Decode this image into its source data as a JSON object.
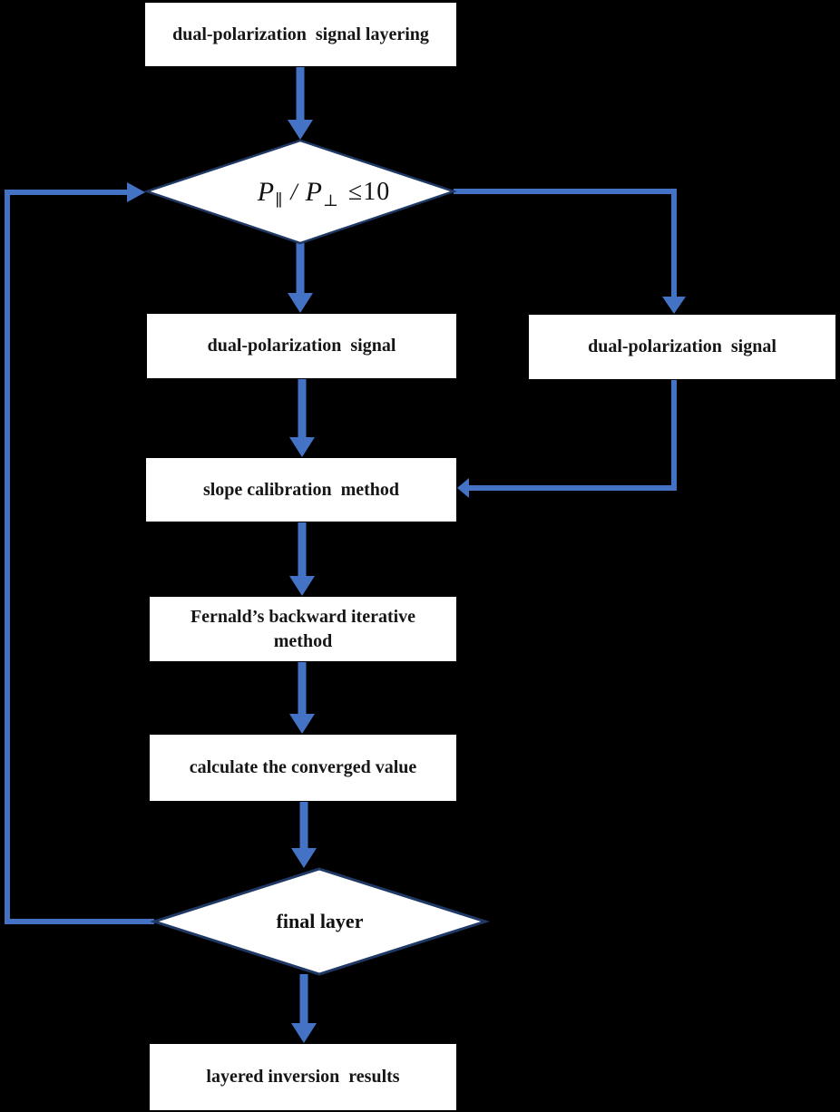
{
  "flowchart": {
    "colors": {
      "background": "#000000",
      "arrow": "#4472C4",
      "diamond_border": "#1F3864",
      "node_fill": "#FFFFFF",
      "text": "#111111"
    },
    "nodes": {
      "start": {
        "label": "dual-polarization  signal layering"
      },
      "left_signal": {
        "label": "dual-polarization  signal"
      },
      "right_signal": {
        "label": "dual-polarization  signal"
      },
      "slope": {
        "label": "slope calibration  method"
      },
      "fernald": {
        "label": "Fernald’s backward iterative method"
      },
      "converged": {
        "label": "calculate the converged value"
      },
      "decision_final": {
        "label": "final layer"
      },
      "results": {
        "label": "layered inversion  results"
      }
    },
    "decision_ratio": {
      "p1": "P",
      "p1_sub": "∥",
      "slash": "/",
      "p2": "P",
      "p2_sub": "⊥",
      "condition": "≤10"
    }
  }
}
